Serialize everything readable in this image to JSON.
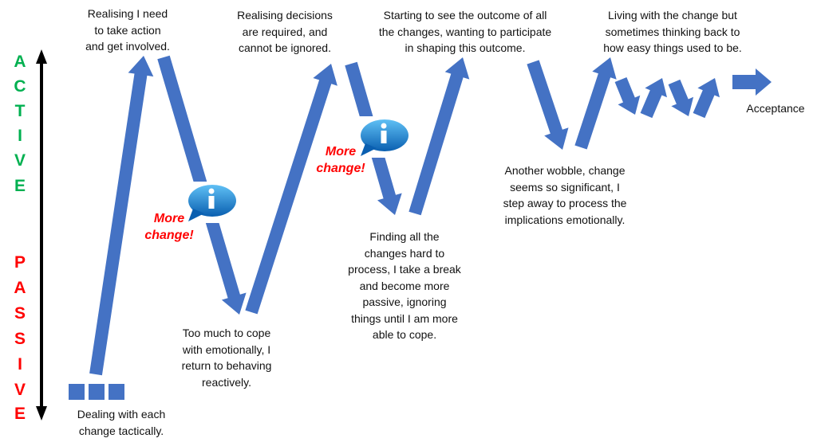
{
  "axis": {
    "top_label": [
      "A",
      "C",
      "T",
      "I",
      "V",
      "E"
    ],
    "bottom_label": [
      "P",
      "A",
      "S",
      "S",
      "I",
      "V",
      "E"
    ]
  },
  "colors": {
    "arrow": "#4472C4",
    "active": "#00B050",
    "passive": "#FF0000",
    "more_change": "#FF0000"
  },
  "stages": {
    "tactical": [
      "Dealing with each",
      "change tactically."
    ],
    "involved": [
      "Realising I need",
      "to take action",
      "and get involved."
    ],
    "reactive": [
      "Too much to cope",
      "with emotionally, I",
      "return to behaving",
      "reactively."
    ],
    "decisions": [
      "Realising decisions",
      "are required, and",
      "cannot be ignored."
    ],
    "break": [
      "Finding all the",
      "changes hard to",
      "process, I take a break",
      "and become more",
      "passive, ignoring",
      "things until I am more",
      "able to cope."
    ],
    "outcome": [
      "Starting to see the outcome of all",
      "the changes, wanting to participate",
      "in shaping this outcome."
    ],
    "wobble": [
      "Another wobble, change",
      "seems so significant, I",
      "step away to process the",
      "implications emotionally."
    ],
    "living": [
      "Living with the change but",
      "sometimes thinking back to",
      "how easy things used to be."
    ],
    "acceptance": "Acceptance"
  },
  "more_change": [
    "More",
    "change!"
  ],
  "icons": {
    "info": "info-speech-bubble-icon"
  }
}
